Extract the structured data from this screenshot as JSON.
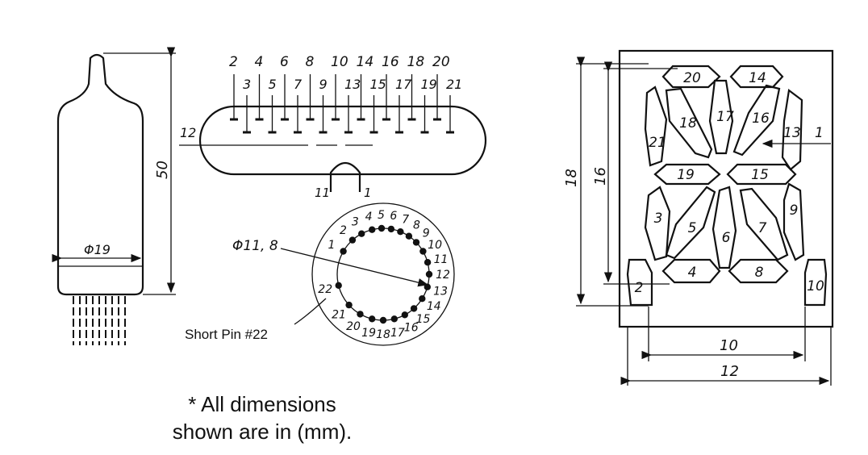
{
  "tube": {
    "height_label": "50",
    "diameter_label": "Φ19"
  },
  "top_pins": {
    "top_row": [
      "2",
      "4",
      "6",
      "8",
      "10",
      "14",
      "16",
      "18",
      "20"
    ],
    "second_row": [
      "3",
      "5",
      "7",
      "9",
      "13",
      "15",
      "17",
      "19",
      "21"
    ],
    "side_label": "12",
    "bottom_left": "11",
    "bottom_right": "1"
  },
  "base": {
    "diameter_label": "Φ11, 8",
    "pins": [
      "1",
      "2",
      "3",
      "4",
      "5",
      "6",
      "7",
      "8",
      "9",
      "10",
      "11",
      "12",
      "13",
      "14",
      "15",
      "16",
      "17",
      "18",
      "19",
      "20",
      "21",
      "22"
    ],
    "short_pin_label": "Short Pin #22"
  },
  "display": {
    "segments": [
      "20",
      "14",
      "21",
      "18",
      "17",
      "16",
      "13",
      "19",
      "15",
      "3",
      "5",
      "6",
      "7",
      "9",
      "2",
      "4",
      "8",
      "10"
    ],
    "pointer_label": "1",
    "dim_outer_height": "18",
    "dim_inner_height": "16",
    "dim_inner_width": "10",
    "dim_outer_width": "12"
  },
  "footnote": {
    "line1": "* All dimensions",
    "line2": "shown are in (mm)."
  }
}
